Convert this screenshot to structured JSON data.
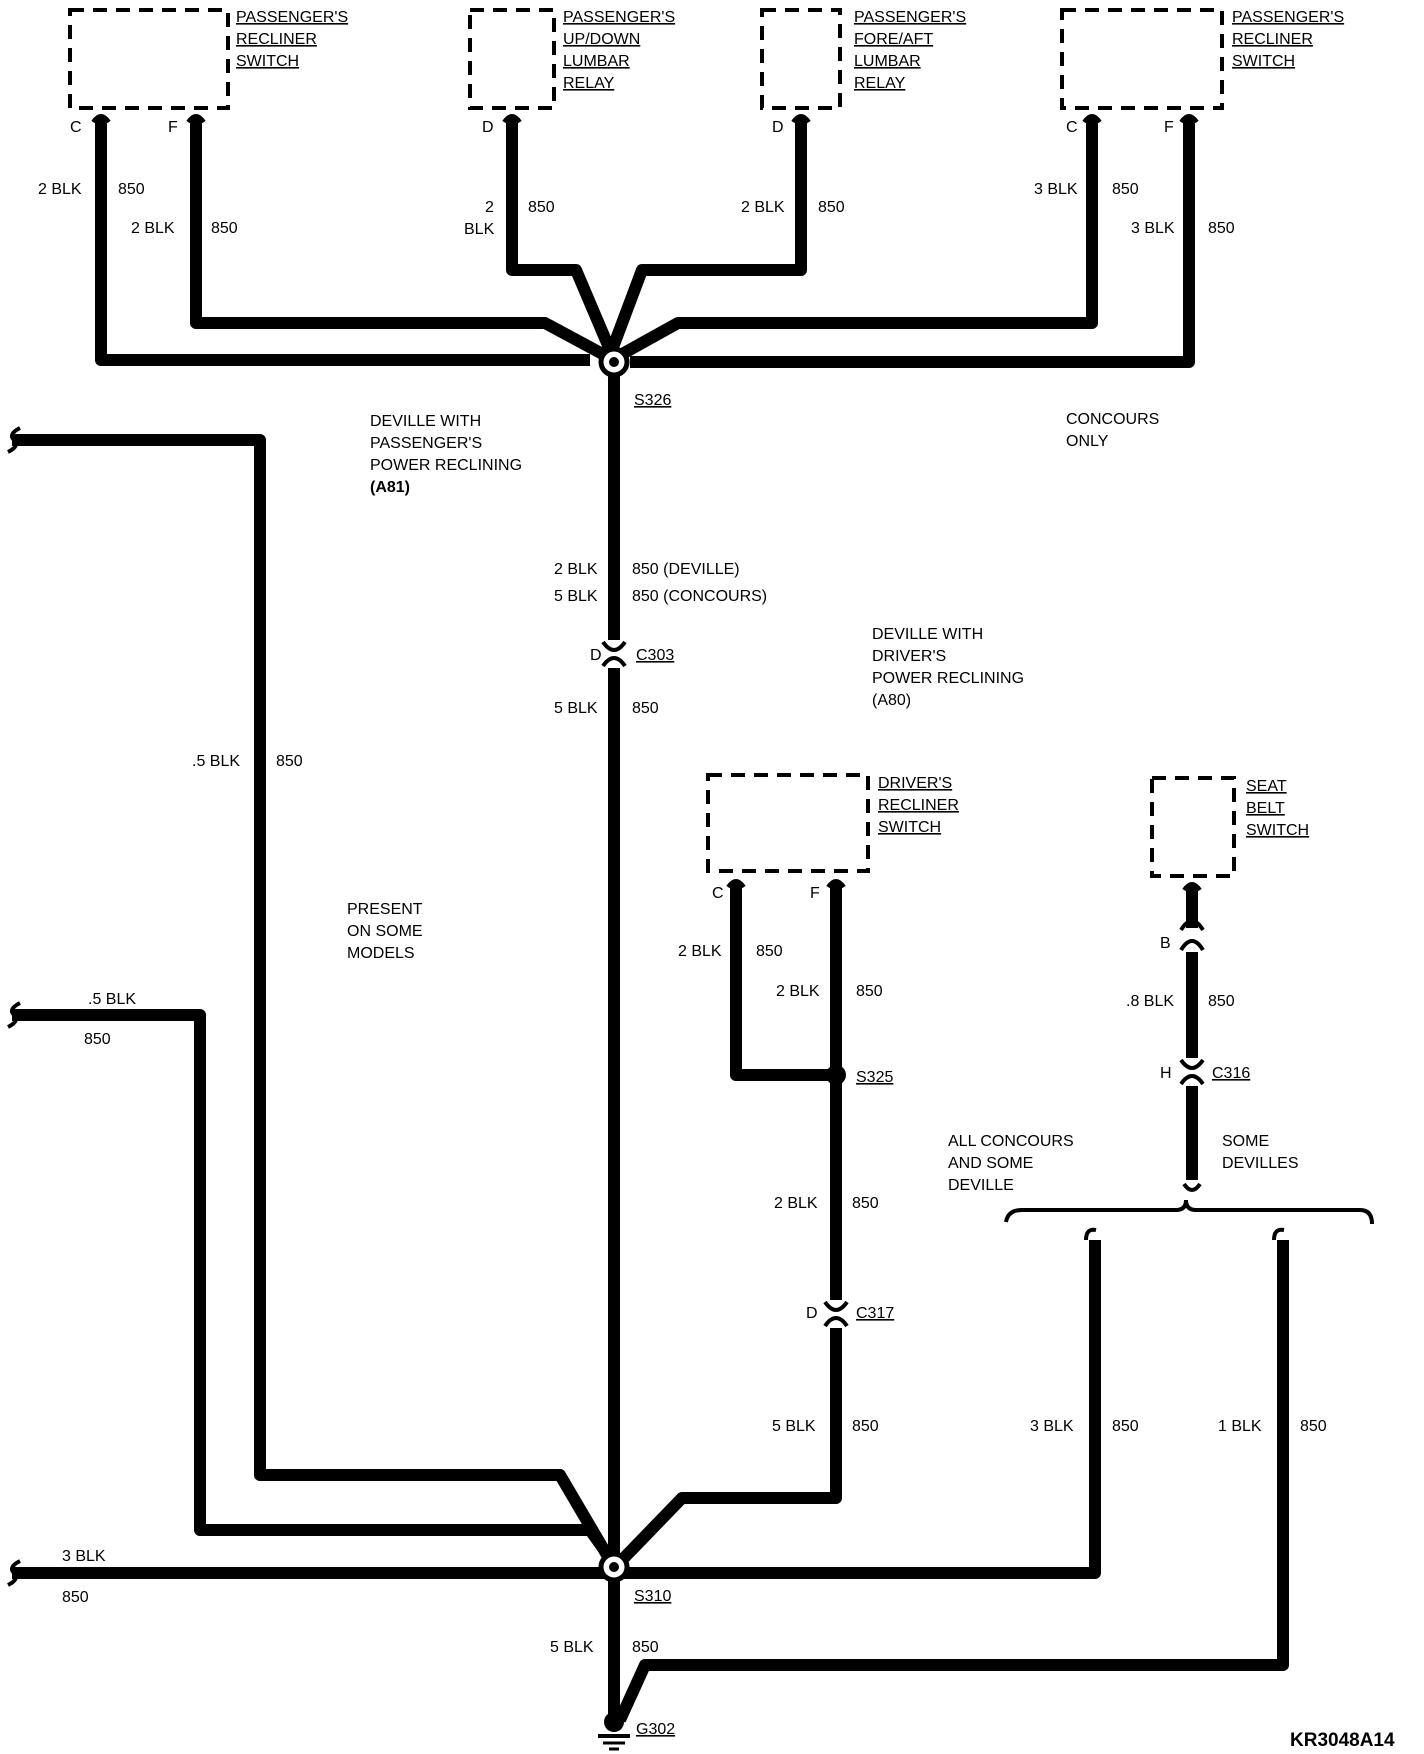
{
  "components": {
    "pass_recliner_left": [
      "PASSENGER'S",
      "RECLINER",
      "SWITCH"
    ],
    "pass_updown_lumbar": [
      "PASSENGER'S",
      "UP/DOWN",
      "LUMBAR",
      "RELAY"
    ],
    "pass_foreaft_lumbar": [
      "PASSENGER'S",
      "FORE/AFT",
      "LUMBAR",
      "RELAY"
    ],
    "pass_recliner_right": [
      "PASSENGER'S",
      "RECLINER",
      "SWITCH"
    ],
    "driver_recliner": [
      "DRIVER'S",
      "RECLINER",
      "SWITCH"
    ],
    "seat_belt": [
      "SEAT",
      "BELT",
      "SWITCH"
    ]
  },
  "pins": {
    "c": "C",
    "f": "F",
    "d": "D",
    "b": "B",
    "h": "H"
  },
  "wires": {
    "w2blk": "2 BLK",
    "w2": "2",
    "blk": "BLK",
    "w3blk": "3 BLK",
    "w5blk": "5 BLK",
    "w05blk": ".5 BLK",
    "w08blk": ".8 BLK",
    "w1blk": "1 BLK",
    "c850": "850",
    "c850_deville": "850 (DEVILLE)",
    "c850_concours": "850 (CONCOURS)"
  },
  "splices": {
    "s326": "S326",
    "s325": "S325",
    "s310": "S310"
  },
  "connectors": {
    "c303": "C303",
    "c317": "C317",
    "c316": "C316"
  },
  "ground": "G302",
  "notes": {
    "deville_pass": [
      "DEVILLE WITH",
      "PASSENGER'S",
      "POWER RECLINING",
      "(A81)"
    ],
    "concours_only": [
      "CONCOURS",
      "ONLY"
    ],
    "deville_driver": [
      "DEVILLE WITH",
      "DRIVER'S",
      "POWER RECLINING",
      "(A80)"
    ],
    "present_some": [
      "PRESENT",
      "ON SOME",
      "MODELS"
    ],
    "all_concours": [
      "ALL CONCOURS",
      "AND SOME",
      "DEVILLE"
    ],
    "some_devilles": [
      "SOME",
      "DEVILLES"
    ]
  },
  "diagram_code": "KR3048A14"
}
